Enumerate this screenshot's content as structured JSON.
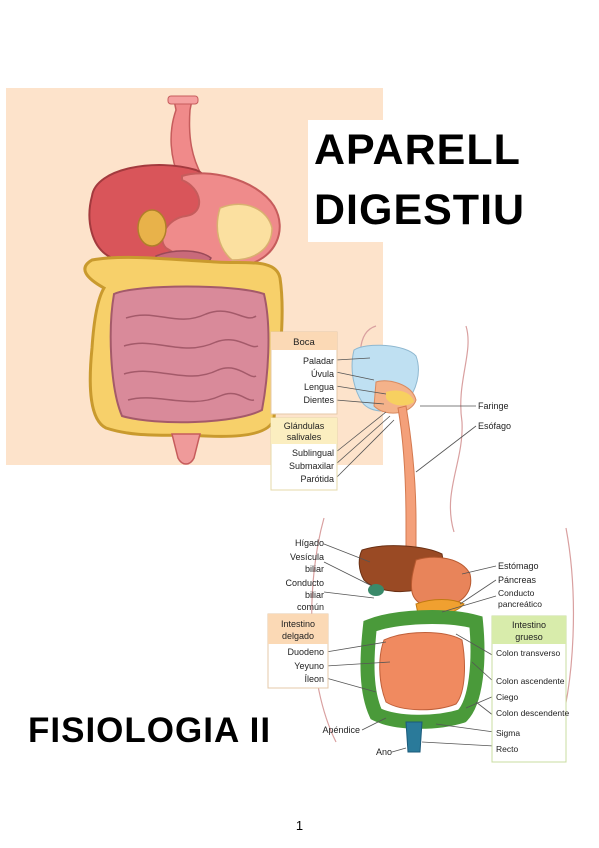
{
  "title": {
    "line1": "APARELL",
    "line2": "DIGESTIU"
  },
  "subtitle": "FISIOLOGIA II",
  "page_number": "1",
  "diagram": {
    "boca_box": {
      "header": "Boca",
      "items": [
        "Paladar",
        "Úvula",
        "Lengua",
        "Dientes"
      ]
    },
    "glandulas_box": {
      "header_line1": "Glándulas",
      "header_line2": "salivales",
      "items": [
        "Sublingual",
        "Submaxilar",
        "Parótida"
      ]
    },
    "intestino_delgado_box": {
      "header_line1": "Intestino",
      "header_line2": "delgado",
      "items": [
        "Duodeno",
        "Yeyuno",
        "Íleon"
      ]
    },
    "intestino_grueso_box": {
      "header_line1": "Intestino",
      "header_line2": "grueso",
      "items": [
        "Colon transverso",
        "Colon ascendente",
        "Ciego",
        "Colon descendente",
        "Sigma",
        "Recto"
      ]
    },
    "left_labels": {
      "higado": "Hígado",
      "vesicula": [
        "Vesícula",
        "biliar"
      ],
      "conducto": [
        "Conducto",
        "biliar",
        "común"
      ],
      "apendice": "Apéndice",
      "ano": "Ano"
    },
    "right_labels": {
      "faringe": "Faringe",
      "esofago": "Esófago",
      "estomago": "Estómago",
      "pancreas": "Páncreas",
      "conducto_pancreatico": [
        "Conducto",
        "pancreático"
      ]
    }
  },
  "colors": {
    "panel_bg": "#fde3cb",
    "header_orange": "#fbd9b5",
    "header_green": "#d8ecab"
  }
}
